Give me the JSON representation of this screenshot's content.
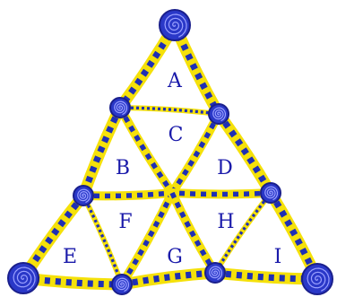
{
  "diagram": {
    "colors": {
      "background": "#ffffff",
      "strand_yellow": "#f5e10a",
      "strand_blue": "#1f2fb5",
      "node_dark": "#1a1f8c",
      "node_mid": "#2a38c8",
      "spiral": "#9aa0ff",
      "label": "#1a1aaa"
    },
    "regions": [
      {
        "id": "A",
        "label": "A"
      },
      {
        "id": "B",
        "label": "B"
      },
      {
        "id": "C",
        "label": "C"
      },
      {
        "id": "D",
        "label": "D"
      },
      {
        "id": "E",
        "label": "E"
      },
      {
        "id": "F",
        "label": "F"
      },
      {
        "id": "G",
        "label": "G"
      },
      {
        "id": "H",
        "label": "H"
      },
      {
        "id": "I",
        "label": "I"
      }
    ],
    "nodes": [
      {
        "id": "top",
        "kind": "large"
      },
      {
        "id": "upper-left",
        "kind": "small"
      },
      {
        "id": "upper-right",
        "kind": "small"
      },
      {
        "id": "mid-left",
        "kind": "small"
      },
      {
        "id": "mid-right",
        "kind": "small"
      },
      {
        "id": "bottom-left",
        "kind": "large"
      },
      {
        "id": "bottom-right",
        "kind": "large"
      },
      {
        "id": "bottom-mid-left",
        "kind": "small"
      },
      {
        "id": "bottom-mid-right",
        "kind": "small"
      }
    ],
    "edges": [
      {
        "from": "top",
        "to": "upper-left",
        "style": "thick"
      },
      {
        "from": "top",
        "to": "upper-right",
        "style": "thick"
      },
      {
        "from": "upper-left",
        "to": "upper-right",
        "style": "thin"
      },
      {
        "from": "upper-left",
        "to": "mid-left",
        "style": "thick"
      },
      {
        "from": "upper-right",
        "to": "mid-right",
        "style": "thick"
      },
      {
        "from": "upper-left",
        "to": "center",
        "style": "medium"
      },
      {
        "from": "upper-right",
        "to": "center",
        "style": "medium"
      },
      {
        "from": "mid-left",
        "to": "center",
        "style": "medium"
      },
      {
        "from": "mid-right",
        "to": "center",
        "style": "medium"
      },
      {
        "from": "mid-left",
        "to": "bottom-left",
        "style": "thick"
      },
      {
        "from": "mid-right",
        "to": "bottom-right",
        "style": "thick"
      },
      {
        "from": "bottom-left",
        "to": "bottom-mid-left",
        "style": "thick"
      },
      {
        "from": "bottom-mid-left",
        "to": "bottom-mid-right",
        "style": "thick"
      },
      {
        "from": "bottom-mid-right",
        "to": "bottom-right",
        "style": "thick"
      },
      {
        "from": "mid-left",
        "to": "bottom-mid-left",
        "style": "thin"
      },
      {
        "from": "mid-right",
        "to": "bottom-mid-right",
        "style": "thin"
      },
      {
        "from": "center",
        "to": "bottom-mid-left",
        "style": "medium"
      },
      {
        "from": "center",
        "to": "bottom-mid-right",
        "style": "medium"
      }
    ]
  }
}
